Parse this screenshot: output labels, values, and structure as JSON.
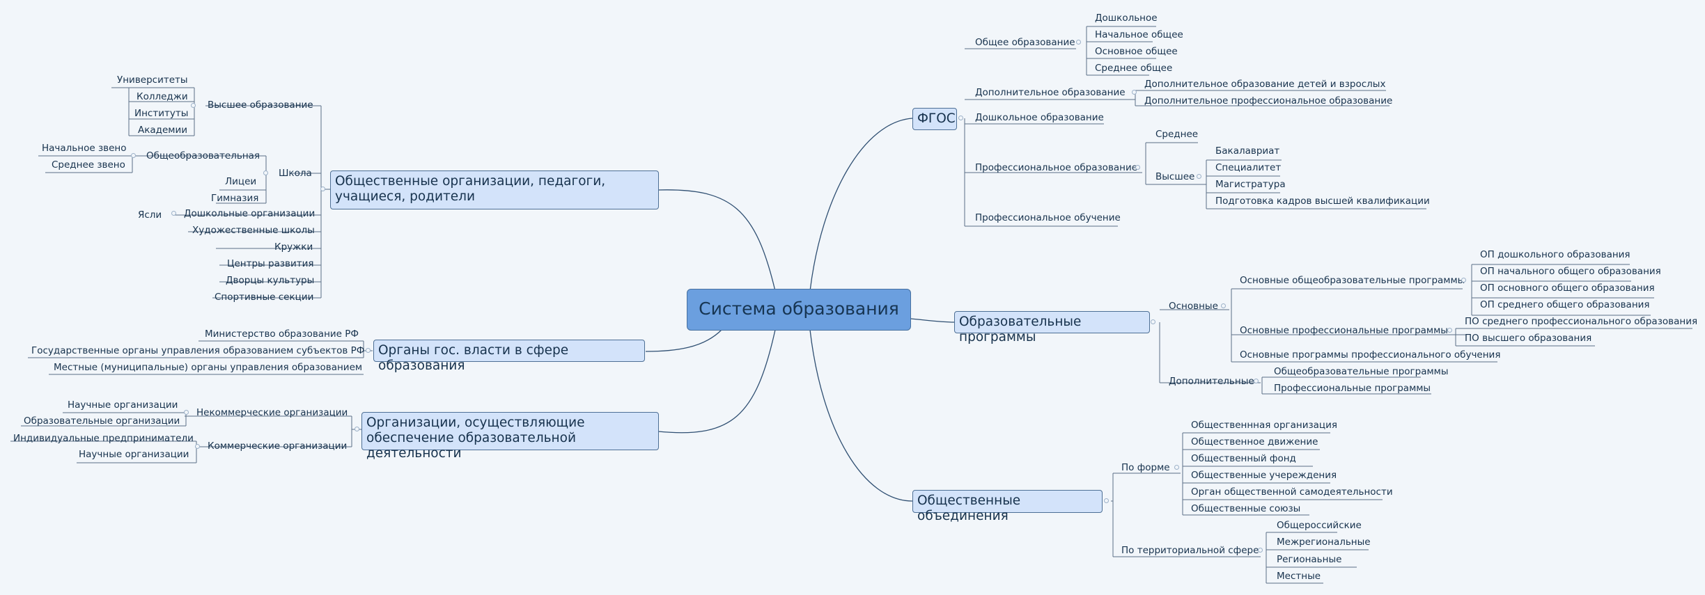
{
  "center": "Система образования",
  "tl": {
    "main": "Общественные организации, педагоги, учащиеся, родители",
    "higher": "Высшее образование",
    "universities": "Университеты",
    "colleges": "Колледжи",
    "institutes": "Институты",
    "academies": "Академии",
    "school": "Школа",
    "general": "Общеобразовательная",
    "primary_level": "Начальное звено",
    "middle_level": "Среднее звено",
    "lyceums": "Лицеи",
    "gymnasiums": "Гимназия",
    "preschool_orgs": "Дошкольные организации",
    "nursery": "Ясли",
    "art_schools": "Художественные школы",
    "clubs": "Кружки",
    "dev_centers": "Центры развития",
    "culture_palaces": "Дворцы культуры",
    "sport_sections": "Спортивные секции"
  },
  "ml": {
    "main": "Органы гос. власти в сфере образования",
    "ministry": "Министерство образование РФ",
    "regional": "Государственные органы управления образованием субъектов РФ",
    "local": "Местные (муниципальные) органы управления образованием"
  },
  "bl": {
    "main": "Организации, осуществляющие обеспечение образовательной деятельности",
    "noncommercial": "Некоммерческие организации",
    "science1": "Научные организации",
    "edu_orgs": "Образовательные организации",
    "commercial": "Коммерческие организации",
    "entrepreneurs": "Индивидуальные предприниматели",
    "science2": "Научные организации"
  },
  "fgos": {
    "main": "ФГОС",
    "general": "Общее образование",
    "preschool": "Дошкольное",
    "primary": "Начальное общее",
    "basic": "Основное общее",
    "secondary": "Среднее общее",
    "additional": "Дополнительное образование",
    "add_kids": "Дополнительное образование детей и взрослых",
    "add_prof": "Дополнительное профессиональное образование",
    "preschool_edu": "Дошкольное образование",
    "professional": "Профессиональное образование",
    "middle": "Среднее",
    "higher": "Высшее",
    "bachelor": "Бакалавриат",
    "specialist": "Специалитет",
    "master": "Магистратура",
    "top_qual": "Подготовка кадров высшей квалификации",
    "prof_training": "Профессиональное обучение"
  },
  "progs": {
    "main": "Образовательные программы",
    "basic": "Основные",
    "general_progs": "Основные общеобразовательные программы",
    "op_preschool": "ОП дошкольного образования",
    "op_primary": "ОП начального общего образования",
    "op_basic": "ОП основного общего образования",
    "op_secondary": "ОП среднего общего образования",
    "prof_progs": "Основные профессиональные программы",
    "po_middle": "ПО среднего профессионального образования",
    "po_higher": "ПО высшего образования",
    "prof_training_progs": "Основные программы профессионального обучения",
    "additional": "Дополнительные",
    "add_general": "Общеобразовательные программы",
    "add_prof": "Профессиональные программы"
  },
  "assoc": {
    "main": "Общественные объединения",
    "by_form": "По форме",
    "organization": "Общественнная организация",
    "movement": "Общественное движение",
    "fund": "Общественный фонд",
    "institution": "Общественные учереждения",
    "self_gov": "Орган общественной самодеятельности",
    "unions": "Общественные союзы",
    "by_territory": "По территориальной сфере",
    "all_russian": "Общероссийские",
    "interregional": "Межрегиональные",
    "regional": "Регионаьные",
    "local": "Местные"
  }
}
